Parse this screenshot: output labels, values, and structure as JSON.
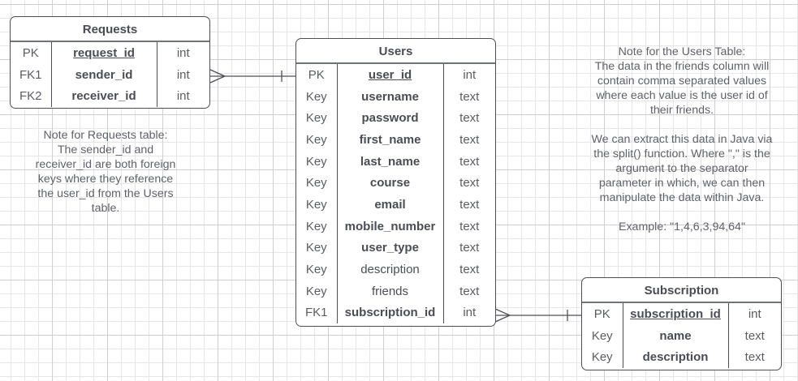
{
  "entities": {
    "requests": {
      "title": "Requests",
      "rows": [
        {
          "key": "PK",
          "field": "request_id",
          "type": "int",
          "bold": true,
          "pk": true
        },
        {
          "key": "FK1",
          "field": "sender_id",
          "type": "int",
          "bold": true,
          "pk": false
        },
        {
          "key": "FK2",
          "field": "receiver_id",
          "type": "int",
          "bold": true,
          "pk": false
        }
      ]
    },
    "users": {
      "title": "Users",
      "rows": [
        {
          "key": "PK",
          "field": "user_id",
          "type": "int",
          "bold": true,
          "pk": true
        },
        {
          "key": "Key",
          "field": "username",
          "type": "text",
          "bold": true,
          "pk": false
        },
        {
          "key": "Key",
          "field": "password",
          "type": "text",
          "bold": true,
          "pk": false
        },
        {
          "key": "Key",
          "field": "first_name",
          "type": "text",
          "bold": true,
          "pk": false
        },
        {
          "key": "Key",
          "field": "last_name",
          "type": "text",
          "bold": true,
          "pk": false
        },
        {
          "key": "Key",
          "field": "course",
          "type": "text",
          "bold": true,
          "pk": false
        },
        {
          "key": "Key",
          "field": "email",
          "type": "text",
          "bold": true,
          "pk": false
        },
        {
          "key": "Key",
          "field": "mobile_number",
          "type": "text",
          "bold": true,
          "pk": false
        },
        {
          "key": "Key",
          "field": "user_type",
          "type": "text",
          "bold": true,
          "pk": false
        },
        {
          "key": "Key",
          "field": "description",
          "type": "text",
          "bold": false,
          "pk": false
        },
        {
          "key": "Key",
          "field": "friends",
          "type": "text",
          "bold": false,
          "pk": false
        },
        {
          "key": "FK1",
          "field": "subscription_id",
          "type": "int",
          "bold": true,
          "pk": false
        }
      ]
    },
    "subscription": {
      "title": "Subscription",
      "rows": [
        {
          "key": "PK",
          "field": "subscription_id",
          "type": "int",
          "bold": true,
          "pk": true
        },
        {
          "key": "Key",
          "field": "name",
          "type": "text",
          "bold": true,
          "pk": false
        },
        {
          "key": "Key",
          "field": "description",
          "type": "text",
          "bold": true,
          "pk": false
        }
      ]
    }
  },
  "notes": {
    "requests_note": "Note for Requests table:\nThe sender_id and\nreceiver_id are both foreign\nkeys where they reference\nthe user_id from the Users\ntable.",
    "users_note": "Note for the Users Table:\nThe data in the friends column will\ncontain comma separated values\nwhere each value is the user id of\ntheir friends.\n\nWe can extract this data in Java via\nthe split() function. Where \",\" is the\nargument to the separator\nparameter in which, we can then\nmanipulate the data within Java.\n\nExample: \"1,4,6,3,94,64\""
  },
  "relationships": [
    {
      "from": "requests",
      "to": "users",
      "from_cardinality": "many",
      "to_cardinality": "one"
    },
    {
      "from": "users",
      "to": "subscription",
      "from_cardinality": "many",
      "to_cardinality": "one"
    }
  ],
  "colors": {
    "line": "#4d4f57",
    "text": "#4a4d55",
    "grid_minor": "#e6e6e6",
    "grid_major": "#cfcfcf"
  }
}
